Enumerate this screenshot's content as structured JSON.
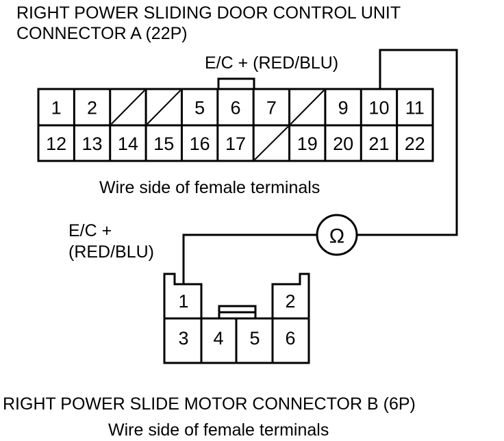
{
  "connector_a": {
    "title_line1": "RIGHT POWER SLIDING DOOR CONTROL UNIT",
    "title_line2": "CONNECTOR A (22P)",
    "wire_label": "E/C +  (RED/BLU)",
    "caption": "Wire side of female terminals",
    "row1": [
      "1",
      "2",
      "",
      "",
      "5",
      "6",
      "7",
      "",
      "9",
      "10",
      "11"
    ],
    "row2": [
      "12",
      "13",
      "14",
      "15",
      "16",
      "17",
      "",
      "19",
      "20",
      "21",
      "22"
    ]
  },
  "connector_b": {
    "title": "RIGHT POWER SLIDE MOTOR CONNECTOR B (6P)",
    "caption": "Wire side of female terminals",
    "wire_label_line1": "E/C +",
    "wire_label_line2": "(RED/BLU)",
    "pins": [
      "1",
      "2",
      "3",
      "4",
      "5",
      "6"
    ]
  },
  "meter": {
    "symbol": "Ω",
    "icon": "ohmmeter-icon"
  }
}
